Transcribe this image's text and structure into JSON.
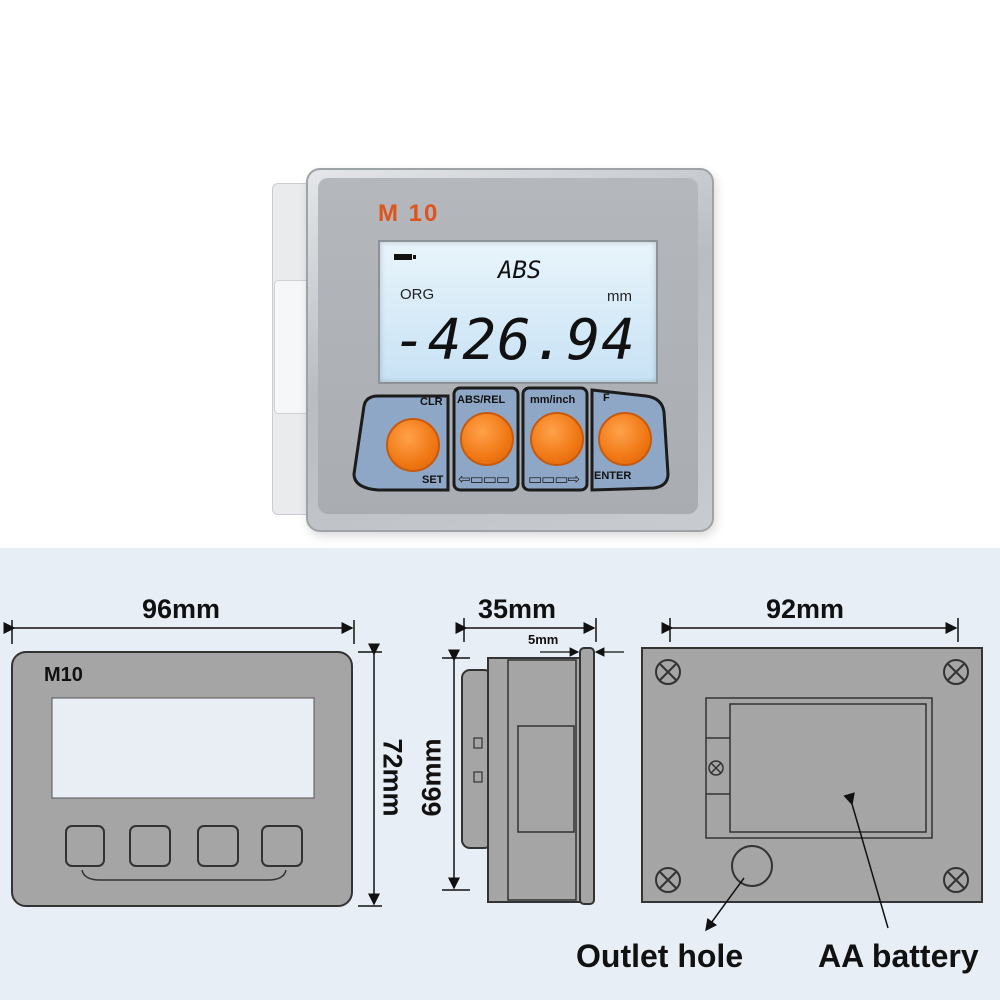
{
  "device": {
    "brand": "M 10",
    "lcd": {
      "mode": "ABS",
      "origin_label": "ORG",
      "unit": "mm",
      "reading": "-426.94"
    },
    "keys": [
      {
        "top_label": "CLR",
        "bottom_label": "SET",
        "color": "#f07714"
      },
      {
        "top_label": "ABS/REL",
        "bottom_label": "⇦▭▭▭",
        "color": "#f07714"
      },
      {
        "top_label": "mm/inch",
        "bottom_label": "▭▭▭⇨",
        "color": "#f07714"
      },
      {
        "top_label": "F",
        "bottom_label": "ENTER",
        "color": "#f07714"
      }
    ]
  },
  "front_view": {
    "label": "M10",
    "width": "96mm",
    "height": "72mm"
  },
  "side_view": {
    "depth": "35mm",
    "panel_thickness": "5mm",
    "height": "66mm"
  },
  "back_view": {
    "width": "92mm",
    "callouts": {
      "outlet_hole": "Outlet hole",
      "battery": "AA battery"
    }
  },
  "colors": {
    "accent_orange": "#f07714",
    "brand_text": "#e0531b",
    "lcd_backlight": "#d6ebf7",
    "drawing_background": "#e7eef6"
  }
}
